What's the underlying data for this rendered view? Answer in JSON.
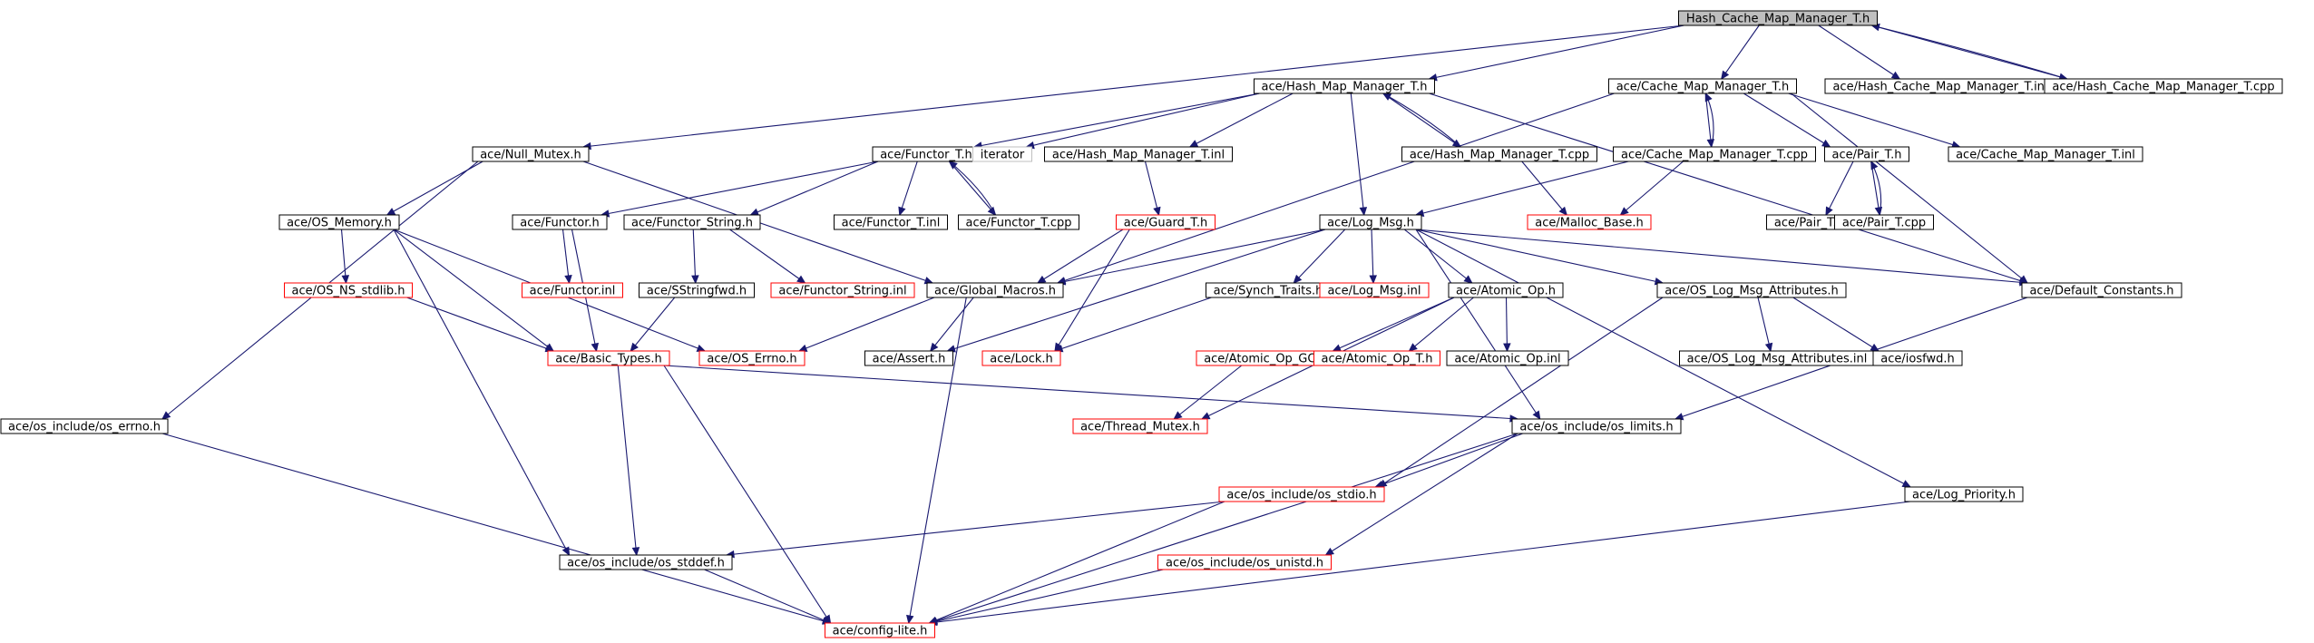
{
  "diagram": {
    "type": "include-dependency-graph",
    "colors": {
      "edge": "#191970",
      "border_normal": "#000000",
      "border_missing": "#ff0000",
      "border_external": "#bfbfbf",
      "fill_normal": "#ffffff",
      "fill_root": "#bfbfbf",
      "text_external": "#808080"
    },
    "nodes": [
      {
        "id": "root",
        "label": "Hash_Cache_Map_Manager_T.h",
        "kind": "root"
      },
      {
        "id": "hmm_h",
        "label": "ace/Hash_Map_Manager_T.h",
        "kind": "normal"
      },
      {
        "id": "cmm_h",
        "label": "ace/Cache_Map_Manager_T.h",
        "kind": "normal"
      },
      {
        "id": "hcmm_inl",
        "label": "ace/Hash_Cache_Map_Manager_T.inl",
        "kind": "normal"
      },
      {
        "id": "hcmm_cpp",
        "label": "ace/Hash_Cache_Map_Manager_T.cpp",
        "kind": "normal"
      },
      {
        "id": "null_mutex",
        "label": "ace/Null_Mutex.h",
        "kind": "normal"
      },
      {
        "id": "functor_t_h",
        "label": "ace/Functor_T.h",
        "kind": "normal"
      },
      {
        "id": "iterator",
        "label": "iterator",
        "kind": "external"
      },
      {
        "id": "hmm_inl",
        "label": "ace/Hash_Map_Manager_T.inl",
        "kind": "normal"
      },
      {
        "id": "hmm_cpp",
        "label": "ace/Hash_Map_Manager_T.cpp",
        "kind": "normal"
      },
      {
        "id": "cmm_cpp",
        "label": "ace/Cache_Map_Manager_T.cpp",
        "kind": "normal"
      },
      {
        "id": "pair_h",
        "label": "ace/Pair_T.h",
        "kind": "normal"
      },
      {
        "id": "cmm_inl",
        "label": "ace/Cache_Map_Manager_T.inl",
        "kind": "normal"
      },
      {
        "id": "os_memory",
        "label": "ace/OS_Memory.h",
        "kind": "normal"
      },
      {
        "id": "functor_h",
        "label": "ace/Functor.h",
        "kind": "normal"
      },
      {
        "id": "functor_string",
        "label": "ace/Functor_String.h",
        "kind": "normal"
      },
      {
        "id": "functor_t_inl",
        "label": "ace/Functor_T.inl",
        "kind": "normal"
      },
      {
        "id": "functor_t_cpp",
        "label": "ace/Functor_T.cpp",
        "kind": "normal"
      },
      {
        "id": "guard_t",
        "label": "ace/Guard_T.h",
        "kind": "missing"
      },
      {
        "id": "log_msg",
        "label": "ace/Log_Msg.h",
        "kind": "normal"
      },
      {
        "id": "malloc_base",
        "label": "ace/Malloc_Base.h",
        "kind": "missing"
      },
      {
        "id": "pair_inl",
        "label": "ace/Pair_T.inl",
        "kind": "normal"
      },
      {
        "id": "pair_cpp",
        "label": "ace/Pair_T.cpp",
        "kind": "normal"
      },
      {
        "id": "os_ns_stdlib",
        "label": "ace/OS_NS_stdlib.h",
        "kind": "missing"
      },
      {
        "id": "functor_inl",
        "label": "ace/Functor.inl",
        "kind": "missing"
      },
      {
        "id": "sstringfwd",
        "label": "ace/SStringfwd.h",
        "kind": "normal"
      },
      {
        "id": "functor_string_inl",
        "label": "ace/Functor_String.inl",
        "kind": "missing"
      },
      {
        "id": "global_macros",
        "label": "ace/Global_Macros.h",
        "kind": "normal"
      },
      {
        "id": "synch_traits",
        "label": "ace/Synch_Traits.h",
        "kind": "normal"
      },
      {
        "id": "log_msg_inl",
        "label": "ace/Log_Msg.inl",
        "kind": "missing"
      },
      {
        "id": "atomic_op",
        "label": "ace/Atomic_Op.h",
        "kind": "normal"
      },
      {
        "id": "os_log_attr",
        "label": "ace/OS_Log_Msg_Attributes.h",
        "kind": "normal"
      },
      {
        "id": "default_constants",
        "label": "ace/Default_Constants.h",
        "kind": "normal"
      },
      {
        "id": "basic_types",
        "label": "ace/Basic_Types.h",
        "kind": "missing"
      },
      {
        "id": "os_errno",
        "label": "ace/OS_Errno.h",
        "kind": "missing"
      },
      {
        "id": "assert_h",
        "label": "ace/Assert.h",
        "kind": "normal"
      },
      {
        "id": "lock_h",
        "label": "ace/Lock.h",
        "kind": "missing"
      },
      {
        "id": "atomic_gcc",
        "label": "ace/Atomic_Op_GCC_T.h",
        "kind": "missing"
      },
      {
        "id": "atomic_op_t",
        "label": "ace/Atomic_Op_T.h",
        "kind": "missing"
      },
      {
        "id": "atomic_op_inl",
        "label": "ace/Atomic_Op.inl",
        "kind": "normal"
      },
      {
        "id": "os_log_attr_inl",
        "label": "ace/OS_Log_Msg_Attributes.inl",
        "kind": "normal"
      },
      {
        "id": "iosfwd",
        "label": "ace/iosfwd.h",
        "kind": "normal"
      },
      {
        "id": "os_include_errno",
        "label": "ace/os_include/os_errno.h",
        "kind": "normal"
      },
      {
        "id": "thread_mutex",
        "label": "ace/Thread_Mutex.h",
        "kind": "missing"
      },
      {
        "id": "os_limits",
        "label": "ace/os_include/os_limits.h",
        "kind": "normal"
      },
      {
        "id": "os_stdio",
        "label": "ace/os_include/os_stdio.h",
        "kind": "missing"
      },
      {
        "id": "log_priority",
        "label": "ace/Log_Priority.h",
        "kind": "normal"
      },
      {
        "id": "os_stddef",
        "label": "ace/os_include/os_stddef.h",
        "kind": "normal"
      },
      {
        "id": "os_unistd",
        "label": "ace/os_include/os_unistd.h",
        "kind": "missing"
      },
      {
        "id": "config_lite",
        "label": "ace/config-lite.h",
        "kind": "missing"
      }
    ],
    "edges": [
      [
        "root",
        "hmm_h"
      ],
      [
        "root",
        "cmm_h"
      ],
      [
        "root",
        "hcmm_inl"
      ],
      [
        "root",
        "hcmm_cpp"
      ],
      [
        "root",
        "null_mutex"
      ],
      [
        "hcmm_cpp",
        "root"
      ],
      [
        "hmm_h",
        "functor_t_h"
      ],
      [
        "hmm_h",
        "iterator"
      ],
      [
        "hmm_h",
        "hmm_inl"
      ],
      [
        "hmm_h",
        "hmm_cpp"
      ],
      [
        "hmm_h",
        "log_msg"
      ],
      [
        "hmm_h",
        "default_constants"
      ],
      [
        "hmm_cpp",
        "hmm_h"
      ],
      [
        "hmm_cpp",
        "malloc_base"
      ],
      [
        "cmm_h",
        "cmm_cpp"
      ],
      [
        "cmm_h",
        "pair_h"
      ],
      [
        "cmm_h",
        "cmm_inl"
      ],
      [
        "cmm_h",
        "default_constants"
      ],
      [
        "cmm_h",
        "global_macros"
      ],
      [
        "cmm_cpp",
        "cmm_h"
      ],
      [
        "cmm_cpp",
        "log_msg"
      ],
      [
        "cmm_cpp",
        "malloc_base"
      ],
      [
        "pair_h",
        "pair_inl"
      ],
      [
        "pair_h",
        "pair_cpp"
      ],
      [
        "pair_cpp",
        "pair_h"
      ],
      [
        "null_mutex",
        "os_memory"
      ],
      [
        "null_mutex",
        "global_macros"
      ],
      [
        "null_mutex",
        "os_include_errno"
      ],
      [
        "functor_t_h",
        "functor_h"
      ],
      [
        "functor_t_h",
        "functor_string"
      ],
      [
        "functor_t_h",
        "functor_t_inl"
      ],
      [
        "functor_t_h",
        "functor_t_cpp"
      ],
      [
        "functor_t_cpp",
        "functor_t_h"
      ],
      [
        "hmm_inl",
        "guard_t"
      ],
      [
        "guard_t",
        "global_macros"
      ],
      [
        "guard_t",
        "lock_h"
      ],
      [
        "os_memory",
        "os_ns_stdlib"
      ],
      [
        "os_memory",
        "basic_types"
      ],
      [
        "os_memory",
        "os_errno"
      ],
      [
        "os_memory",
        "os_stddef"
      ],
      [
        "os_ns_stdlib",
        "basic_types"
      ],
      [
        "functor_h",
        "functor_inl"
      ],
      [
        "functor_h",
        "basic_types"
      ],
      [
        "functor_string",
        "sstringfwd"
      ],
      [
        "functor_string",
        "functor_string_inl"
      ],
      [
        "sstringfwd",
        "basic_types"
      ],
      [
        "log_msg",
        "global_macros"
      ],
      [
        "log_msg",
        "synch_traits"
      ],
      [
        "log_msg",
        "log_msg_inl"
      ],
      [
        "log_msg",
        "atomic_op"
      ],
      [
        "log_msg",
        "os_log_attr"
      ],
      [
        "log_msg",
        "default_constants"
      ],
      [
        "log_msg",
        "assert_h"
      ],
      [
        "log_msg",
        "os_limits"
      ],
      [
        "log_msg",
        "log_priority"
      ],
      [
        "global_macros",
        "os_errno"
      ],
      [
        "global_macros",
        "assert_h"
      ],
      [
        "global_macros",
        "config_lite"
      ],
      [
        "synch_traits",
        "lock_h"
      ],
      [
        "atomic_op",
        "atomic_gcc"
      ],
      [
        "atomic_op",
        "atomic_op_t"
      ],
      [
        "atomic_op",
        "atomic_op_inl"
      ],
      [
        "atomic_op",
        "thread_mutex"
      ],
      [
        "atomic_gcc",
        "thread_mutex"
      ],
      [
        "os_log_attr",
        "os_log_attr_inl"
      ],
      [
        "os_log_attr",
        "iosfwd"
      ],
      [
        "os_log_attr",
        "os_stdio"
      ],
      [
        "default_constants",
        "os_limits"
      ],
      [
        "basic_types",
        "os_limits"
      ],
      [
        "basic_types",
        "os_stddef"
      ],
      [
        "basic_types",
        "config_lite"
      ],
      [
        "os_include_errno",
        "config_lite"
      ],
      [
        "os_limits",
        "os_stdio"
      ],
      [
        "os_limits",
        "os_unistd"
      ],
      [
        "os_limits",
        "config_lite"
      ],
      [
        "os_stdio",
        "os_stddef"
      ],
      [
        "os_stdio",
        "config_lite"
      ],
      [
        "os_stddef",
        "config_lite"
      ],
      [
        "os_unistd",
        "config_lite"
      ],
      [
        "log_priority",
        "config_lite"
      ]
    ]
  }
}
